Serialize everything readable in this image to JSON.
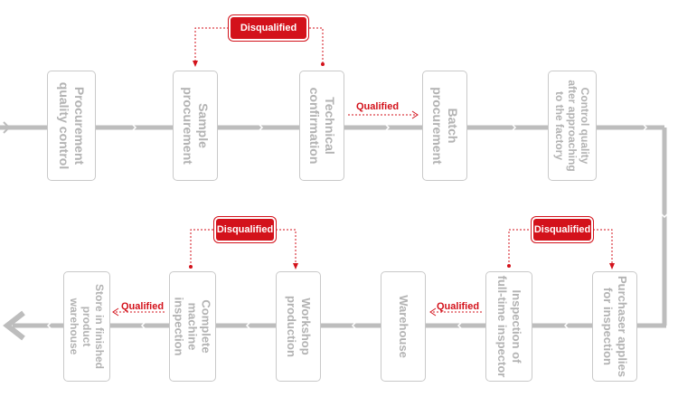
{
  "colors": {
    "accent": "#d3121b",
    "line": "#bdbdbd",
    "text": "#b3b3b3"
  },
  "nodes": [
    {
      "id": "n1",
      "lines": [
        "Procurement",
        "quality control"
      ]
    },
    {
      "id": "n2",
      "lines": [
        "Sample",
        "procurement"
      ]
    },
    {
      "id": "n3",
      "lines": [
        "Technical",
        "confirmation"
      ]
    },
    {
      "id": "n4",
      "lines": [
        "Batch",
        "procurement"
      ]
    },
    {
      "id": "n5",
      "lines": [
        "Control quality",
        "after approaching",
        "to the factory"
      ]
    },
    {
      "id": "n6",
      "lines": [
        "Purchaser applies",
        "for inspection"
      ]
    },
    {
      "id": "n7",
      "lines": [
        "Inspection of",
        "full-time inspector"
      ]
    },
    {
      "id": "n8",
      "lines": [
        "Warehouse"
      ]
    },
    {
      "id": "n9",
      "lines": [
        "Workshop",
        "production"
      ]
    },
    {
      "id": "n10",
      "lines": [
        "Complete",
        "machine",
        "inspection"
      ]
    },
    {
      "id": "n11",
      "lines": [
        "Store in finished",
        "product",
        "warehouse"
      ]
    }
  ],
  "labels": {
    "qualified": "Qualified",
    "disqualified": "Disqualified"
  }
}
